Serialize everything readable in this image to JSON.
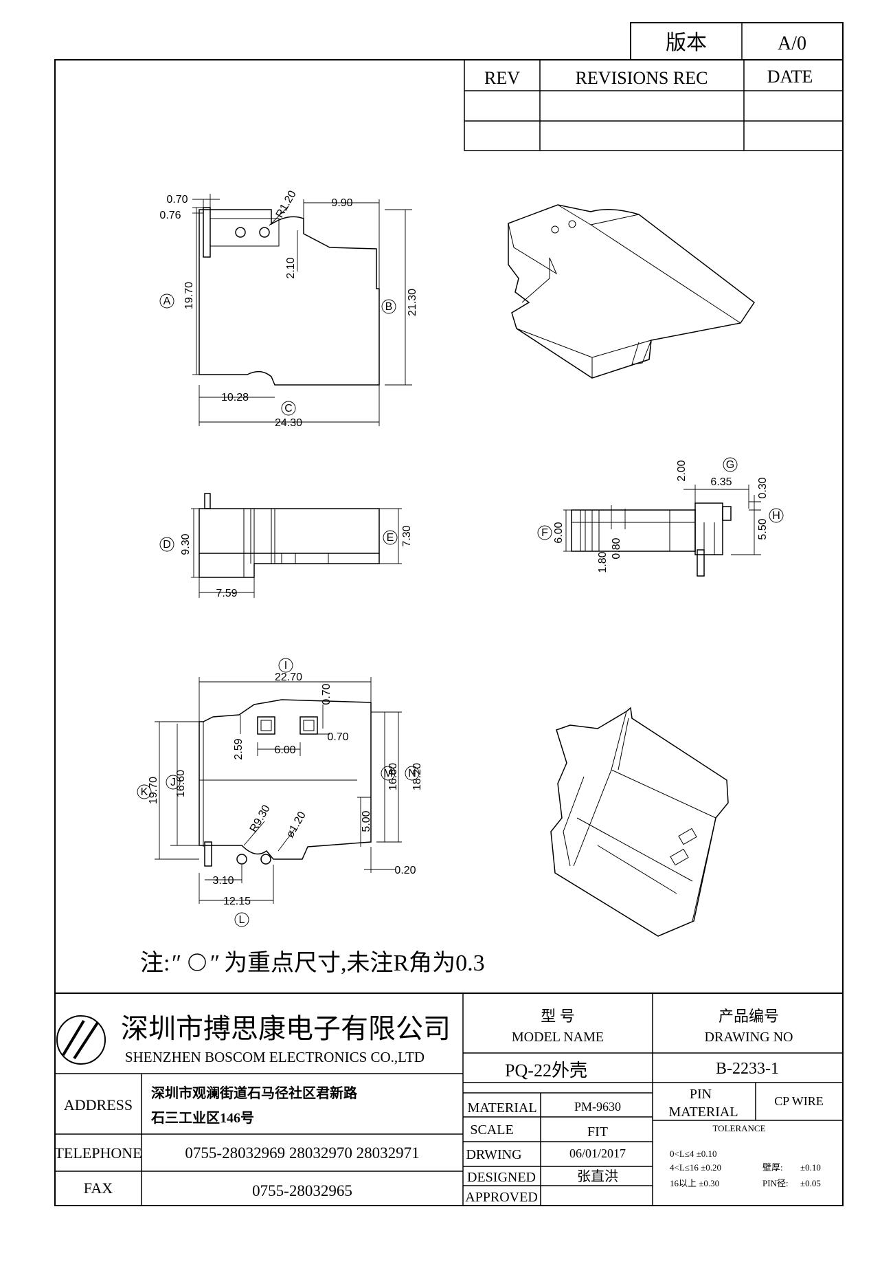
{
  "version_block": {
    "label": "版本",
    "value": "A/0"
  },
  "revisions": {
    "headers": [
      "REV",
      "REVISIONS REC",
      "DATE"
    ],
    "rows": [
      [
        "",
        "",
        ""
      ],
      [
        "",
        "",
        ""
      ]
    ]
  },
  "views": {
    "top": {
      "dims": {
        "d070": "0.70",
        "d076": "0.76",
        "r120": "R1.20",
        "d990": "9.90",
        "d210": "2.10",
        "d1970": "19.70",
        "d2130": "21.30",
        "d1028": "10.28",
        "d2430": "24.30"
      },
      "markers": {
        "A": "A",
        "B": "B",
        "C": "C"
      }
    },
    "front": {
      "dims": {
        "d930": "9.30",
        "d730": "7.30",
        "d759": "7.59"
      },
      "markers": {
        "D": "D",
        "E": "E"
      }
    },
    "side": {
      "dims": {
        "d200": "2.00",
        "d635": "6.35",
        "d030": "0.30",
        "d550": "5.50",
        "d600": "6.00",
        "d180": "1.80",
        "d080": "0.80"
      },
      "markers": {
        "F": "F",
        "G": "G",
        "H": "H"
      }
    },
    "bottom": {
      "dims": {
        "d2270": "22.70",
        "d070a": "0.70",
        "d070b": "0.70",
        "d259": "2.59",
        "d600": "6.00",
        "d1970": "19.70",
        "d1660a": "16.60",
        "d1660b": "16.60",
        "d1820": "18.20",
        "r930": "R9.30",
        "phi120": "ø1.20",
        "d500": "5.00",
        "d020": "0.20",
        "d310": "3.10",
        "d1215": "12.15"
      },
      "markers": {
        "I": "I",
        "J": "J",
        "K": "K",
        "L": "L",
        "M": "M",
        "N": "N"
      }
    }
  },
  "note": {
    "prefix": "注:",
    "quote_open": "″",
    "quote_close": "″",
    "suffix": "为重点尺寸,未注R角为0.3"
  },
  "title_block": {
    "company_cn": "深圳市搏思康电子有限公司",
    "company_en": "SHENZHEN BOSCOM ELECTRONICS CO.,LTD",
    "address_label": "ADDRESS",
    "address_line1": "深圳市观澜街道石马径社区君新路",
    "address_line2": "石三工业区146号",
    "telephone_label": "TELEPHONE",
    "telephone": "0755-28032969 28032970 28032971",
    "fax_label": "FAX",
    "fax": "0755-28032965",
    "model_label_cn": "型    号",
    "model_label_en": "MODEL NAME",
    "model_value": "PQ-22外壳",
    "drawing_label_cn": "产品编号",
    "drawing_label_en": "DRAWING NO",
    "drawing_value": "B-2233-1",
    "material_label": "MATERIAL",
    "material_value": "PM-9630",
    "scale_label": "SCALE",
    "scale_value": "FIT",
    "drwing_label": "DRWING",
    "drwing_value": "06/01/2017",
    "designed_label": "DESIGNED",
    "designed_value": "张直洪",
    "approved_label": "APPROVED",
    "approved_value": "",
    "pin_label": "PIN",
    "pin_material_label": "MATERIAL",
    "pin_material_value": "CP WIRE",
    "tolerance_label": "TOLERANCE",
    "tol_1": "0<L≤4  ±0.10",
    "tol_2": "4<L≤16  ±0.20",
    "tol_3": "16以上    ±0.30",
    "wall_label": "壁厚:",
    "wall_value": "±0.10",
    "pin_dia_label": "PIN径:",
    "pin_dia_value": "±0.05"
  }
}
